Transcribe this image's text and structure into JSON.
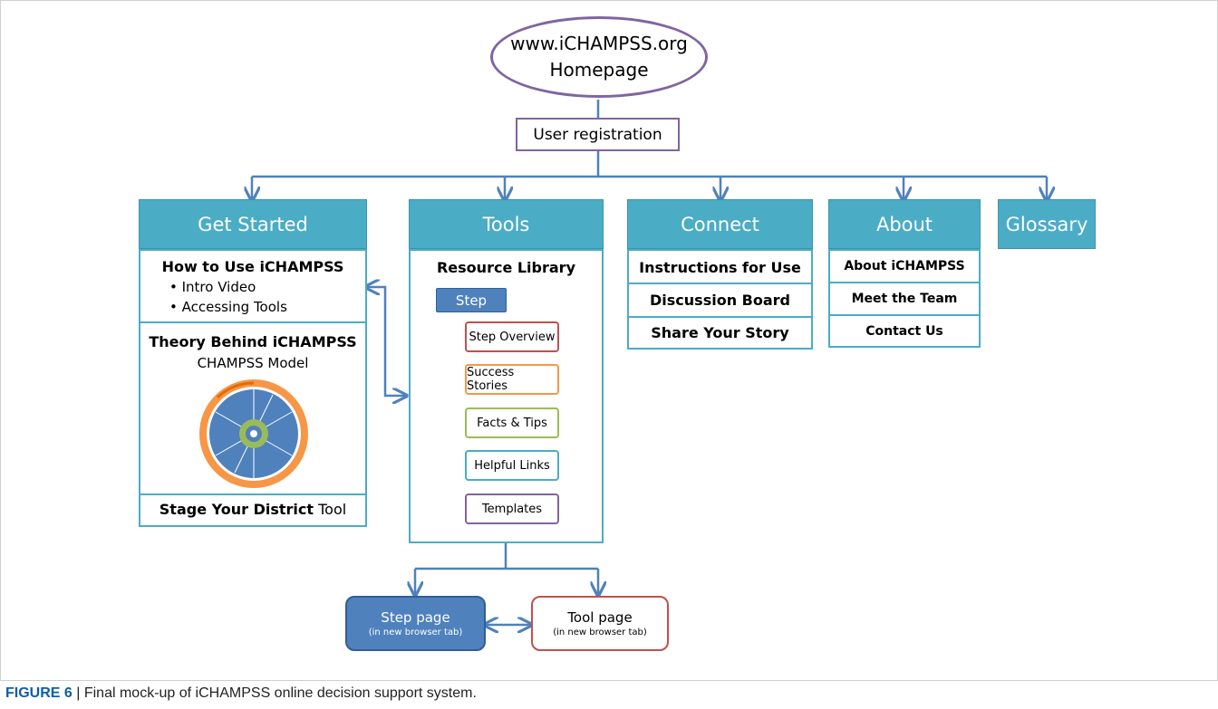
{
  "homepage": {
    "line1": "www.iCHAMPSS.org",
    "line2": "Homepage"
  },
  "registration": "User registration",
  "get_started": {
    "header": "Get Started",
    "how_title": "How to Use iCHAMPSS",
    "bullets": [
      "Intro Video",
      "Accessing Tools"
    ],
    "theory_title": "Theory Behind iCHAMPSS",
    "model": "CHAMPSS Model",
    "stage_bold": "Stage Your District",
    "stage_rest": " Tool"
  },
  "tools": {
    "header": "Tools",
    "library": "Resource Library",
    "step": "Step",
    "items": [
      {
        "label": "Step Overview",
        "color": "#c0504d"
      },
      {
        "label": "Success Stories",
        "color": "#f79646"
      },
      {
        "label": "Facts & Tips",
        "color": "#9bbb59"
      },
      {
        "label": "Helpful Links",
        "color": "#4bacc6"
      },
      {
        "label": "Templates",
        "color": "#8064a2"
      }
    ]
  },
  "connect": {
    "header": "Connect",
    "items": [
      "Instructions for Use",
      "Discussion Board",
      "Share Your Story"
    ]
  },
  "about": {
    "header": "About",
    "items": [
      "About iCHAMPSS",
      "Meet the Team",
      "Contact Us"
    ]
  },
  "glossary": "Glossary",
  "step_page": {
    "title": "Step page",
    "sub": "(in new browser tab)"
  },
  "tool_page": {
    "title": "Tool page",
    "sub": "(in new browser tab)"
  },
  "caption": {
    "label": "FIGURE 6",
    "text": " | Final mock-up of iCHAMPSS online decision support system."
  },
  "colors": {
    "header_teal": "#4bacc6",
    "line_blue": "#4f81bd",
    "oval_purple": "#8064a2",
    "tool_red": "#c0504d"
  }
}
